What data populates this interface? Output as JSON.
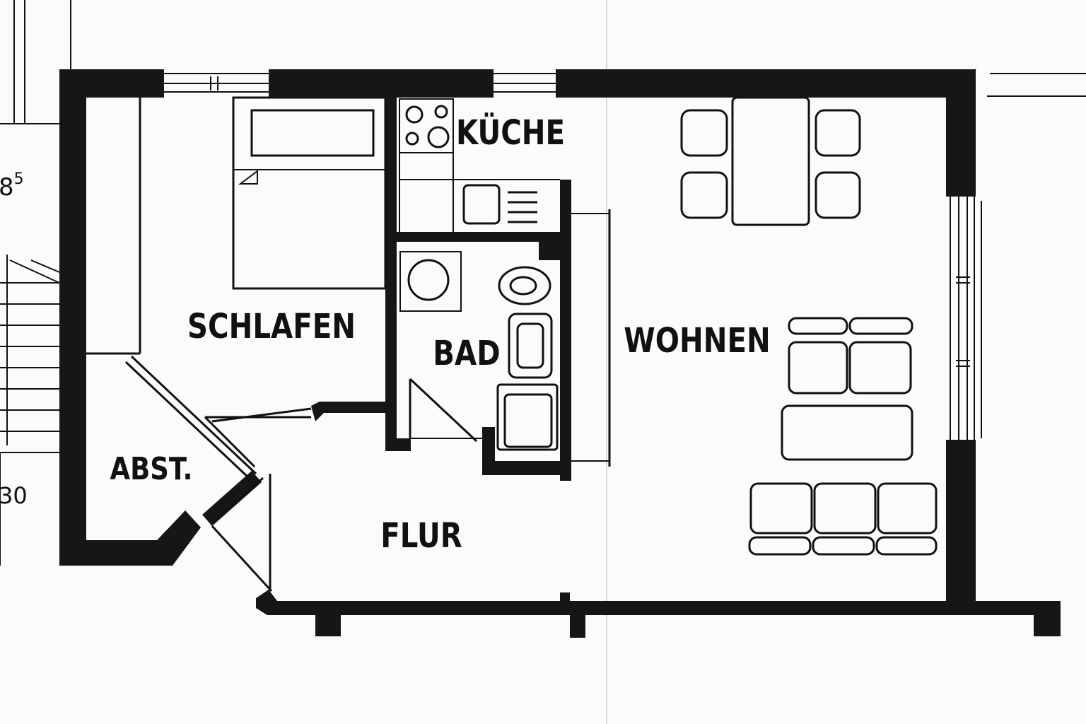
{
  "plan": {
    "colors": {
      "wall": "#161616",
      "line": "#111111",
      "paper": "#fbfbfb"
    },
    "rooms": {
      "kueche": "KÜCHE",
      "schlafen": "SCHLAFEN",
      "bad": "BAD",
      "wohnen": "WOHNEN",
      "abstellraum": "ABST.",
      "flur": "FLUR"
    },
    "dimensions": {
      "left_top": "8",
      "left_top_sup": "5",
      "left_bottom": "30"
    }
  }
}
